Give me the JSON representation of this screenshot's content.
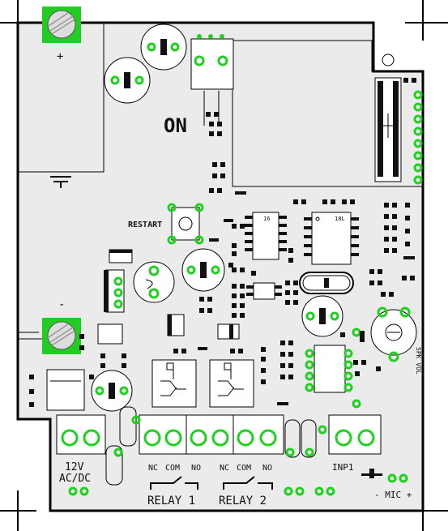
{
  "colors": {
    "background": "#ffffff",
    "board_bg": "#ebebeb",
    "silkscreen": "#000000",
    "pad_green": "#1fd11f",
    "smd_pad": "#111111",
    "mounting_pad": "#22cc22"
  },
  "labels": {
    "plus": "+",
    "minus": "-",
    "on": "ON",
    "restart": "RESTART",
    "ic_mark_16": "16",
    "ic_mark_18l": "18L",
    "spk_vol": "SPK VOL",
    "nc": "NC",
    "com": "COM",
    "no": "NO",
    "v12": "12V",
    "acdc": "AC/DC",
    "relay1": "RELAY 1",
    "relay2": "RELAY 2",
    "inp1": "INP1",
    "mic": "- MIC +"
  }
}
